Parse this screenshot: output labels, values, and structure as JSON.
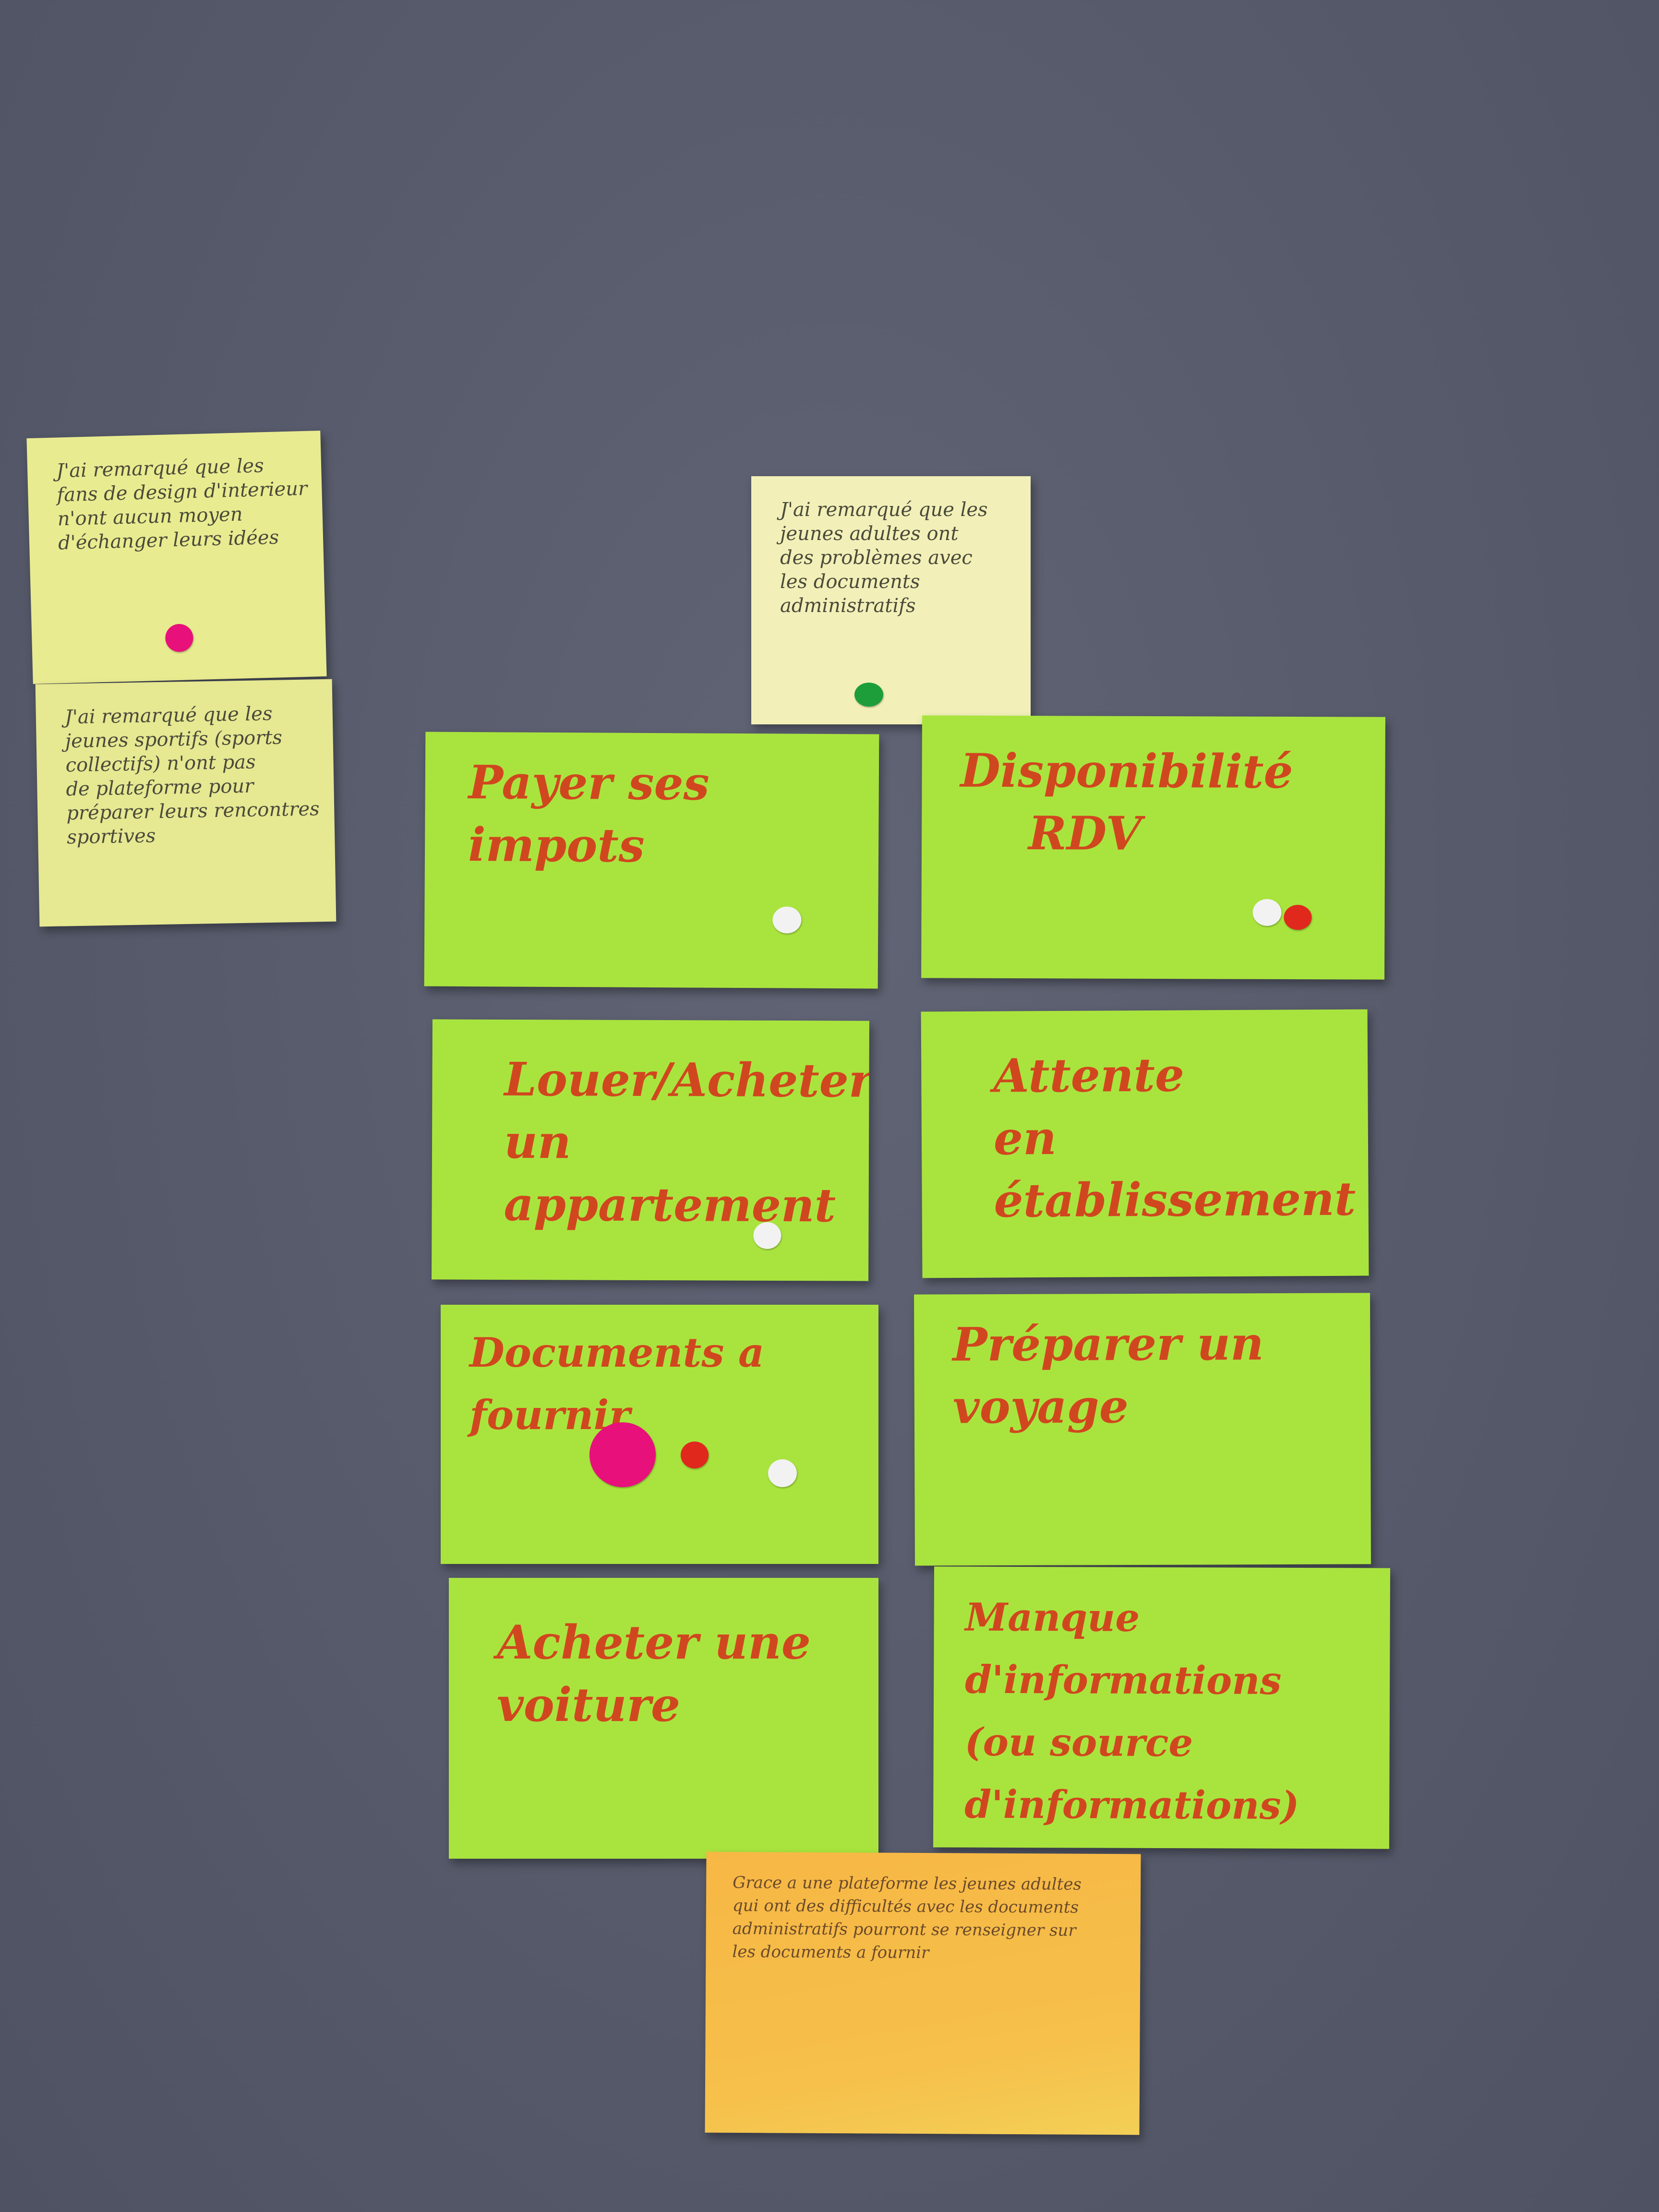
{
  "colors": {
    "wall": "#565a6a",
    "pale_yellow_note": "#e9eb90",
    "cream_note": "#f2f0b8",
    "green_note": "#a9e43e",
    "orange_note": "#f7b745",
    "handwriting_red": "#d0471f",
    "dot_pink": "#e8107a",
    "dot_red": "#e0281c",
    "dot_green": "#1e9e3a",
    "dot_white": "#f2f2f2"
  },
  "observation_notes": [
    {
      "text": "J'ai remarqué que les\nfans de design d'interieur\nn'ont aucun moyen\nd'échanger leurs idées",
      "dots": [
        "pink"
      ]
    },
    {
      "text": "J'ai remarqué que les\njeunes sportifs (sports\ncollectifs) n'ont pas\nde plateforme pour\npréparer leurs rencontres\nsportives",
      "dots": []
    },
    {
      "text": "J'ai remarqué que les\njeunes adultes ont\ndes problèmes avec\nles documents administratifs",
      "dots": [
        "green"
      ]
    }
  ],
  "idea_notes": [
    {
      "text": "Payer ses impots",
      "dots": [
        "white"
      ]
    },
    {
      "text": "Disponibilité\nRDV",
      "dots": [
        "white",
        "red"
      ]
    },
    {
      "text": "Louer/Acheter\nun appartement",
      "dots": [
        "white"
      ]
    },
    {
      "text": "Attente\nen établissement",
      "dots": []
    },
    {
      "text": "Documents a fournir",
      "dots": [
        "pink",
        "red",
        "white"
      ]
    },
    {
      "text": "Préparer un\nvoyage",
      "dots": []
    },
    {
      "text": "Acheter une\nvoiture",
      "dots": []
    },
    {
      "text": "Manque d'informations\n(ou source d'informations)",
      "dots": []
    }
  ],
  "solution_note": {
    "text": "Grace a une plateforme les jeunes adultes\nqui ont des difficultés avec les documents\nadministratifs pourront se renseigner sur\nles documents a fournir"
  }
}
